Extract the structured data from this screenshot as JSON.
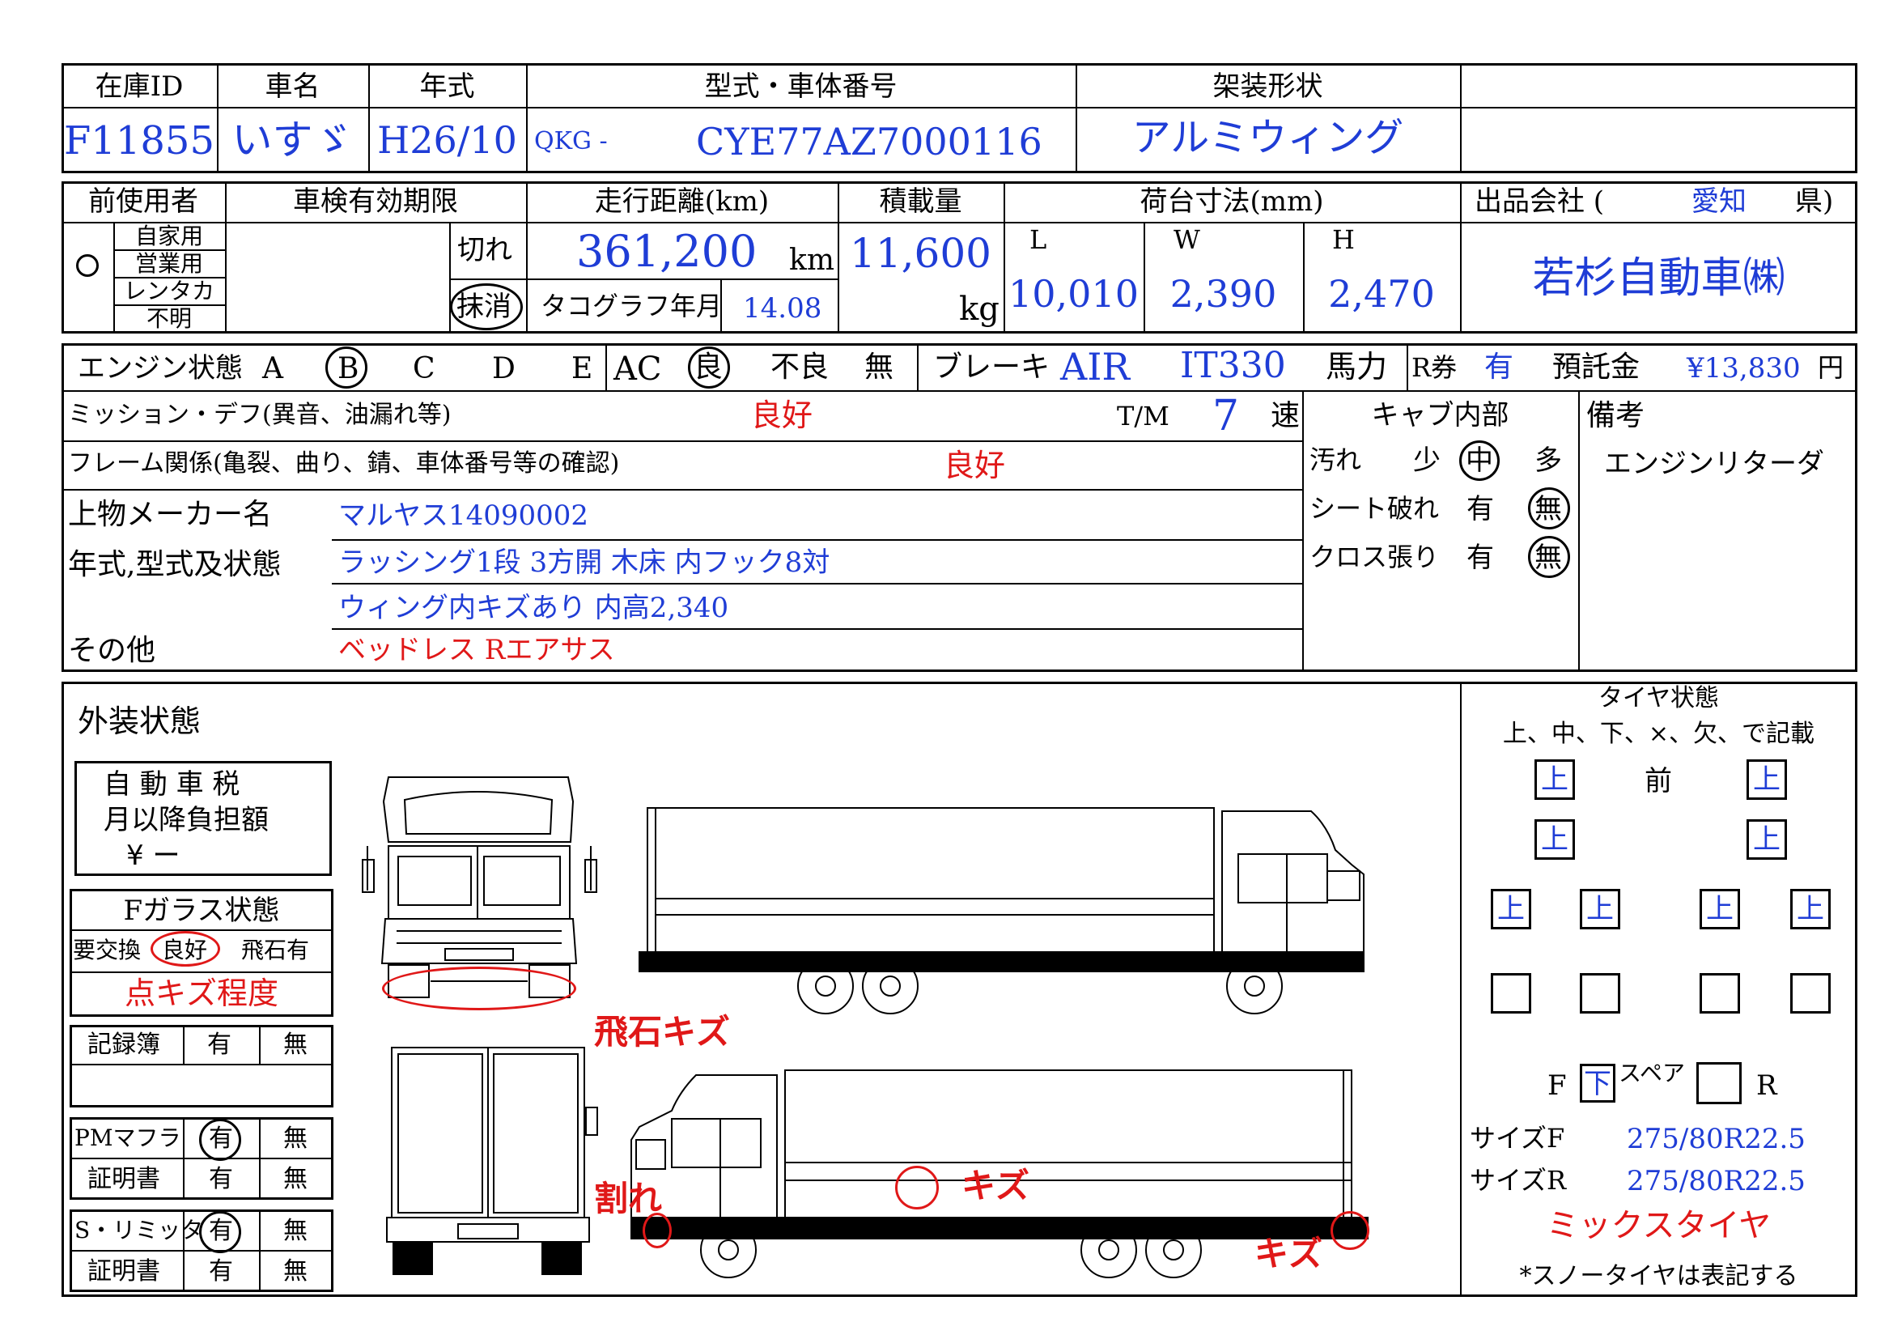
{
  "header1": {
    "labels": {
      "stock_id": "在庫ID",
      "car_name": "車名",
      "year": "年式",
      "model": "型式・車体番号",
      "body": "架装形状"
    },
    "stock_id": "F11855",
    "car_name": "いすゞ",
    "year": "H26/10",
    "model_prefix": "QKG -",
    "chassis": "CYE77AZ7000116",
    "body_type": "アルミウィング"
  },
  "header2": {
    "labels": {
      "prev_user": "前使用者",
      "inspection": "車検有効期限",
      "mileage": "走行距離(km)",
      "capacity": "積載量",
      "bed": "荷台寸法(mm)",
      "seller_prefix": "出品会社 (",
      "seller_suffix": "県)"
    },
    "user_options": [
      "自家用",
      "営業用",
      "レンタカ",
      "不明"
    ],
    "expired": "切れ",
    "cancelled": "抹消",
    "mileage": "361,200",
    "mileage_unit": "km",
    "tacho_label": "タコグラフ年月",
    "tacho": "14.08",
    "capacity": "11,600",
    "capacity_unit": "kg",
    "bed_L_label": "L",
    "bed_W_label": "W",
    "bed_H_label": "H",
    "bed_L": "10,010",
    "bed_W": "2,390",
    "bed_H": "2,470",
    "prefecture": "愛知",
    "company": "若杉自動車㈱"
  },
  "engine_row": {
    "label": "エンジン状態",
    "grades": [
      "A",
      "B",
      "C",
      "D",
      "E"
    ],
    "ac_label": "AC",
    "ac_options": [
      "良",
      "不良",
      "無"
    ],
    "brake_label": "ブレーキ",
    "brake": "AIR",
    "power": "IT330",
    "power_label": "馬力",
    "r_label": "R券",
    "r_value": "有",
    "deposit_label": "預託金",
    "deposit": "¥13,830",
    "deposit_unit": "円"
  },
  "details": {
    "mission_label": "ミッション・デフ(異音、油漏れ等)",
    "mission": "良好",
    "tm_label": "T/M",
    "tm": "7",
    "tm_unit": "速",
    "frame_label": "フレーム関係(亀裂、曲り、錆、車体番号等の確認)",
    "frame": "良好",
    "maker_label": "上物メーカー名",
    "maker": "マルヤス14090002",
    "spec_label": "年式,型式及状態",
    "spec1": "ラッシング1段 3方開 木床 内フック8対",
    "spec2": "ウィング内キズあり 内高2,340",
    "other_label": "その他",
    "other": "ベッドレス Rエアサス"
  },
  "cab": {
    "title": "キャブ内部",
    "dirt_label": "汚れ",
    "dirt_options": [
      "少",
      "中",
      "多"
    ],
    "seat_label": "シート破れ",
    "seat_options": [
      "有",
      "無"
    ],
    "cloth_label": "クロス張り",
    "cloth_options": [
      "有",
      "無"
    ]
  },
  "remarks": {
    "title": "備考",
    "text": "エンジンリターダ"
  },
  "exterior": {
    "title": "外装状態",
    "tax_line1": "自 動 車 税",
    "tax_line2": "月以降負担額",
    "tax_line3": "¥ ー",
    "glass_title": "Fガラス状態",
    "glass_options": [
      "要交換",
      "良好",
      "飛石有"
    ],
    "glass_note": "点キズ程度",
    "record_label": "記録簿",
    "record_options": [
      "有",
      "無"
    ],
    "pm_label": "PMマフラ",
    "pm_options": [
      "有",
      "無"
    ],
    "cert_label": "証明書",
    "cert_options": [
      "有",
      "無"
    ],
    "sl_label": "S・リミッタ",
    "sl_options": [
      "有",
      "無"
    ],
    "cert2_label": "証明書",
    "cert2_options": [
      "有",
      "無"
    ],
    "note_stone": "飛石キズ",
    "note_crack": "割れ",
    "note_scratch1": "キズ",
    "note_scratch2": "キズ"
  },
  "tires": {
    "title": "タイヤ状態",
    "legend": "上、中、下、×、欠、で記載",
    "front_label": "前",
    "marks": {
      "f1l": "上",
      "f1r": "上",
      "f2l": "上",
      "f2r": "上",
      "r1": "上",
      "r2": "上",
      "r3": "上",
      "r4": "上",
      "spare_f": "下"
    },
    "spare_F": "F",
    "spare_label": "スペア",
    "spare_R": "R",
    "size_f_label": "サイズF",
    "size_f": "275/80R22.5",
    "size_r_label": "サイズR",
    "size_r": "275/80R22.5",
    "mix": "ミックスタイヤ",
    "snow_note": "*スノータイヤは表記する"
  }
}
